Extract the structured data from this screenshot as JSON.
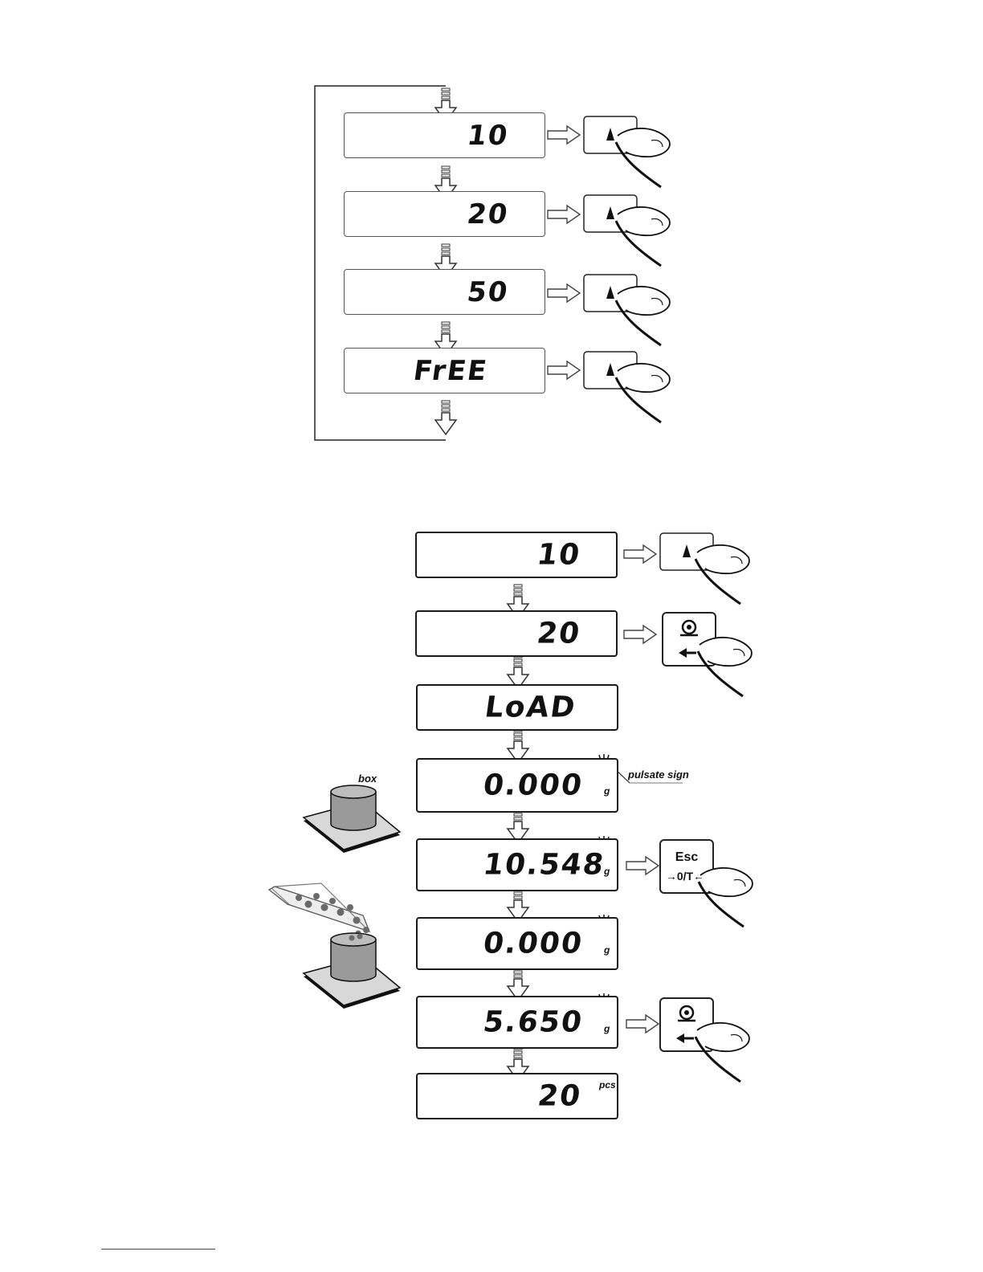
{
  "top_flow": {
    "displays": [
      {
        "value": "10"
      },
      {
        "value": "20"
      },
      {
        "value": "50"
      },
      {
        "value": "FrEE"
      }
    ]
  },
  "bottom_flow": {
    "displays": [
      {
        "value": "10"
      },
      {
        "value": "20"
      },
      {
        "value": "LoAD"
      },
      {
        "value": "0.000",
        "unit": "g"
      },
      {
        "value": "10.548",
        "unit": "g"
      },
      {
        "value": "0.000",
        "unit": "g"
      },
      {
        "value": "5.650",
        "unit": "g"
      },
      {
        "value": "20",
        "unit": "pcs"
      }
    ],
    "annotations": {
      "pulsate": "pulsate sign",
      "box": "box"
    },
    "keys": {
      "esc_line1": "Esc",
      "esc_line2": "→0/T←"
    }
  },
  "icons": [
    "up-arrow-key-icon",
    "print-enter-key-icon",
    "esc-tare-key-icon",
    "finger-icon",
    "box-on-pan-icon",
    "scoop-icon",
    "pulsate-sign-icon"
  ],
  "colors": {
    "line": "#1a1a1a",
    "arrow": "#ffffff",
    "cylinder": "#9a9a9a",
    "pan": "#d8d8d8",
    "link": "#2b3fb0"
  }
}
